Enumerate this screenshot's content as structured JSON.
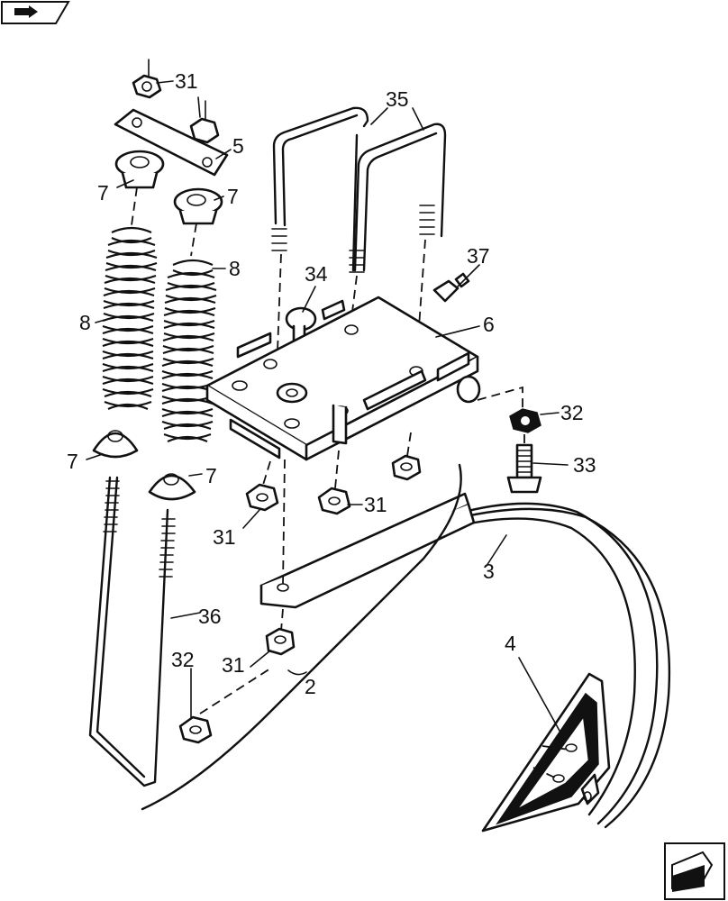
{
  "diagram": {
    "callouts": [
      {
        "id": "31-top",
        "text": "31"
      },
      {
        "id": "5",
        "text": "5"
      },
      {
        "id": "7-a",
        "text": "7"
      },
      {
        "id": "7-b",
        "text": "7"
      },
      {
        "id": "8-left",
        "text": "8"
      },
      {
        "id": "8-right",
        "text": "8"
      },
      {
        "id": "35",
        "text": "35"
      },
      {
        "id": "34",
        "text": "34"
      },
      {
        "id": "37",
        "text": "37"
      },
      {
        "id": "6",
        "text": "6"
      },
      {
        "id": "32-right",
        "text": "32"
      },
      {
        "id": "33",
        "text": "33"
      },
      {
        "id": "7-c",
        "text": "7"
      },
      {
        "id": "7-d",
        "text": "7"
      },
      {
        "id": "31-mid",
        "text": "31"
      },
      {
        "id": "31-left",
        "text": "31"
      },
      {
        "id": "3",
        "text": "3"
      },
      {
        "id": "36",
        "text": "36"
      },
      {
        "id": "4",
        "text": "4"
      },
      {
        "id": "32-bottom",
        "text": "32"
      },
      {
        "id": "31-bottom",
        "text": "31"
      },
      {
        "id": "2",
        "text": "2"
      }
    ]
  },
  "icons": {
    "top_left": "book-arrow-icon",
    "bottom_right": "next-page-arrow-icon"
  }
}
